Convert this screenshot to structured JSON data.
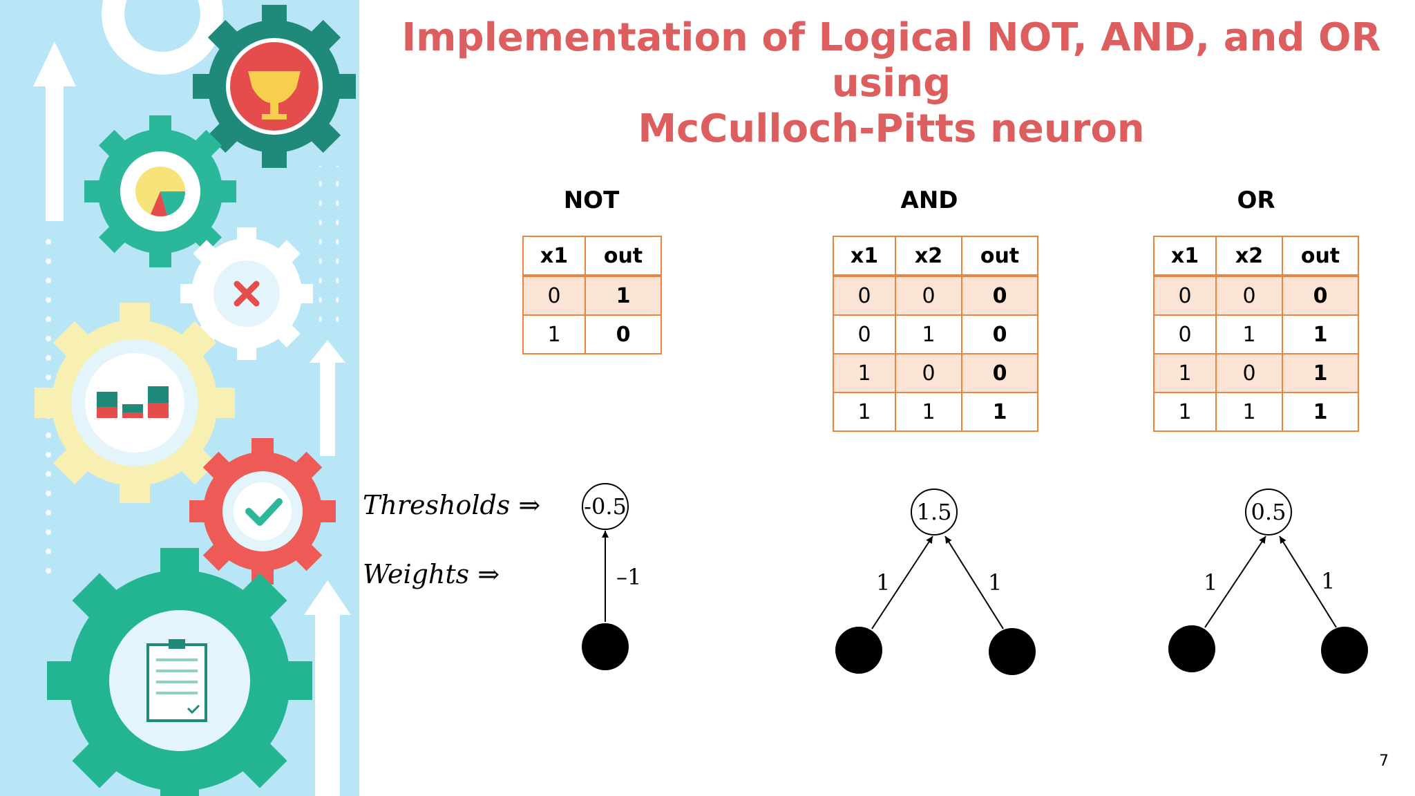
{
  "slide": {
    "title_line1": "Implementation of Logical NOT, AND, and OR using",
    "title_line2": "McCulloch-Pitts neuron",
    "page_number": "7",
    "accent_color": "#dd5e5e",
    "table_border_color": "#e8843e",
    "table_shade_color": "#fbe3d6"
  },
  "tables": {
    "not": {
      "title": "NOT",
      "headers": [
        "x1",
        "out"
      ],
      "rows": [
        [
          "0",
          "1"
        ],
        [
          "1",
          "0"
        ]
      ]
    },
    "and": {
      "title": "AND",
      "headers": [
        "x1",
        "x2",
        "out"
      ],
      "rows": [
        [
          "0",
          "0",
          "0"
        ],
        [
          "0",
          "1",
          "0"
        ],
        [
          "1",
          "0",
          "0"
        ],
        [
          "1",
          "1",
          "1"
        ]
      ]
    },
    "or": {
      "title": "OR",
      "headers": [
        "x1",
        "x2",
        "out"
      ],
      "rows": [
        [
          "0",
          "0",
          "0"
        ],
        [
          "0",
          "1",
          "1"
        ],
        [
          "1",
          "0",
          "1"
        ],
        [
          "1",
          "1",
          "1"
        ]
      ]
    }
  },
  "networks": {
    "thresholds_label": "Thresholds ⇒",
    "weights_label": "Weights ⇒",
    "not": {
      "threshold": "-0.5",
      "weights": [
        "–1"
      ]
    },
    "and": {
      "threshold": "1.5",
      "weights": [
        "1",
        "1"
      ]
    },
    "or": {
      "threshold": "0.5",
      "weights": [
        "1",
        "1"
      ]
    }
  },
  "sidebar_icons": [
    "trophy-icon",
    "pie-chart-icon",
    "close-icon",
    "bar-chart-icon",
    "checkmark-icon",
    "clipboard-icon",
    "up-arrow-icon"
  ]
}
